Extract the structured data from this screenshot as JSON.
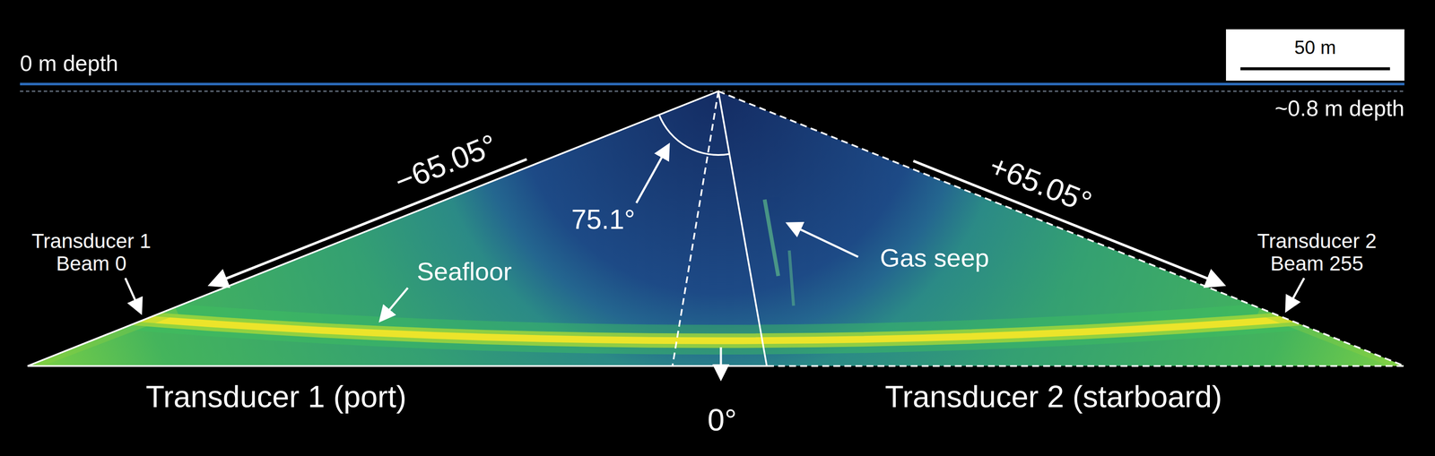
{
  "diagram": {
    "labels": [
      "0 m depth",
      "50 m",
      "~0.8 m depth",
      "−65.05°",
      "75.1°",
      "+65.05°",
      "Transducer 1 Beam 0",
      "Seafloor",
      "Gas seep",
      "Transducer 2 Beam 255",
      "Transducer 1 (port)",
      "0°",
      "Transducer 2 (starboard)"
    ]
  }
}
